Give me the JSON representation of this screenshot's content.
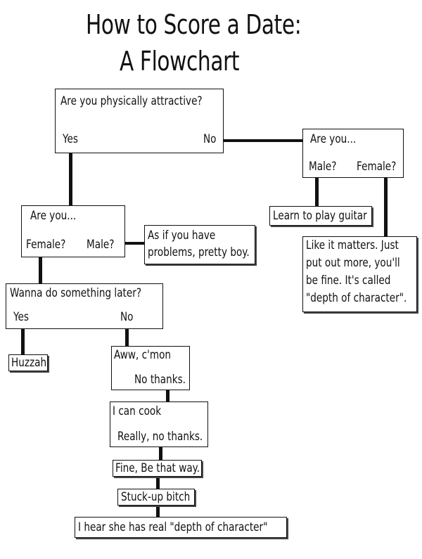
{
  "title": {
    "line1": "How to Score a Date:",
    "line2": "A Flowchart"
  },
  "nodes": {
    "attractive": {
      "question": "Are you physically attractive?",
      "yes": "Yes",
      "no": "No"
    },
    "are_you_right": {
      "question": "Are you...",
      "male": "Male?",
      "female": "Female?"
    },
    "guitar": {
      "text": "Learn to play guitar"
    },
    "like_it_matters": {
      "lines": [
        "Like it matters. Just",
        "put out more, you'll",
        "be fine. It's called",
        "\"depth of character\"."
      ]
    },
    "are_you_left": {
      "question": "Are you...",
      "female": "Female?",
      "male": "Male?"
    },
    "pretty_boy": {
      "lines": [
        "As if you have",
        "problems, pretty boy."
      ]
    },
    "wanna": {
      "question": "Wanna do something later?",
      "yes": "Yes",
      "no": "No"
    },
    "huzzah": {
      "text": "Huzzah"
    },
    "aww": {
      "text": "Aww, c'mon",
      "reply": "No thanks."
    },
    "cook": {
      "text": "I can cook",
      "reply": "Really, no thanks."
    },
    "fine": {
      "text": "Fine, Be that way."
    },
    "stuck": {
      "text": "Stuck-up bitch"
    },
    "hear": {
      "text": "I hear she has real \"depth of character\""
    }
  }
}
